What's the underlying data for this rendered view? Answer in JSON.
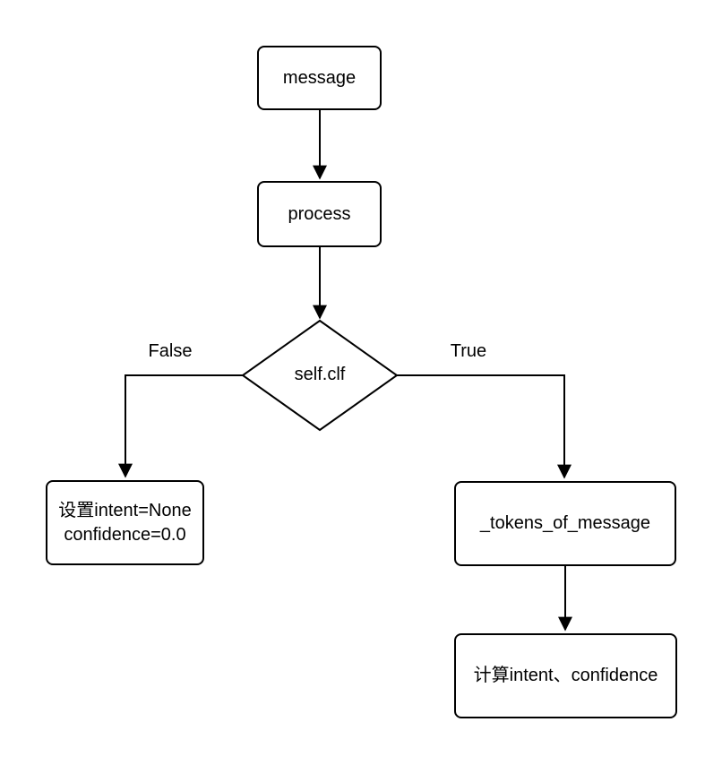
{
  "diagram": {
    "type": "flowchart",
    "colors": {
      "stroke": "#000000",
      "background": "#ffffff",
      "text": "#000000"
    },
    "nodes": [
      {
        "id": "message",
        "shape": "rounded-rect",
        "label": "message"
      },
      {
        "id": "process",
        "shape": "rounded-rect",
        "label": "process"
      },
      {
        "id": "self-clf",
        "shape": "diamond",
        "label": "self.clf"
      },
      {
        "id": "set-defaults",
        "shape": "rounded-rect",
        "label": "设置intent=None\nconfidence=0.0"
      },
      {
        "id": "tokens-of-message",
        "shape": "rounded-rect",
        "label": "_tokens_of_message"
      },
      {
        "id": "compute-intent-confidence",
        "shape": "rounded-rect",
        "label": "计算intent、confidence"
      }
    ],
    "edges": [
      {
        "from": "message",
        "to": "process",
        "label": ""
      },
      {
        "from": "process",
        "to": "self-clf",
        "label": ""
      },
      {
        "from": "self-clf",
        "to": "set-defaults",
        "label": "False"
      },
      {
        "from": "self-clf",
        "to": "tokens-of-message",
        "label": "True"
      },
      {
        "from": "tokens-of-message",
        "to": "compute-intent-confidence",
        "label": ""
      }
    ]
  }
}
